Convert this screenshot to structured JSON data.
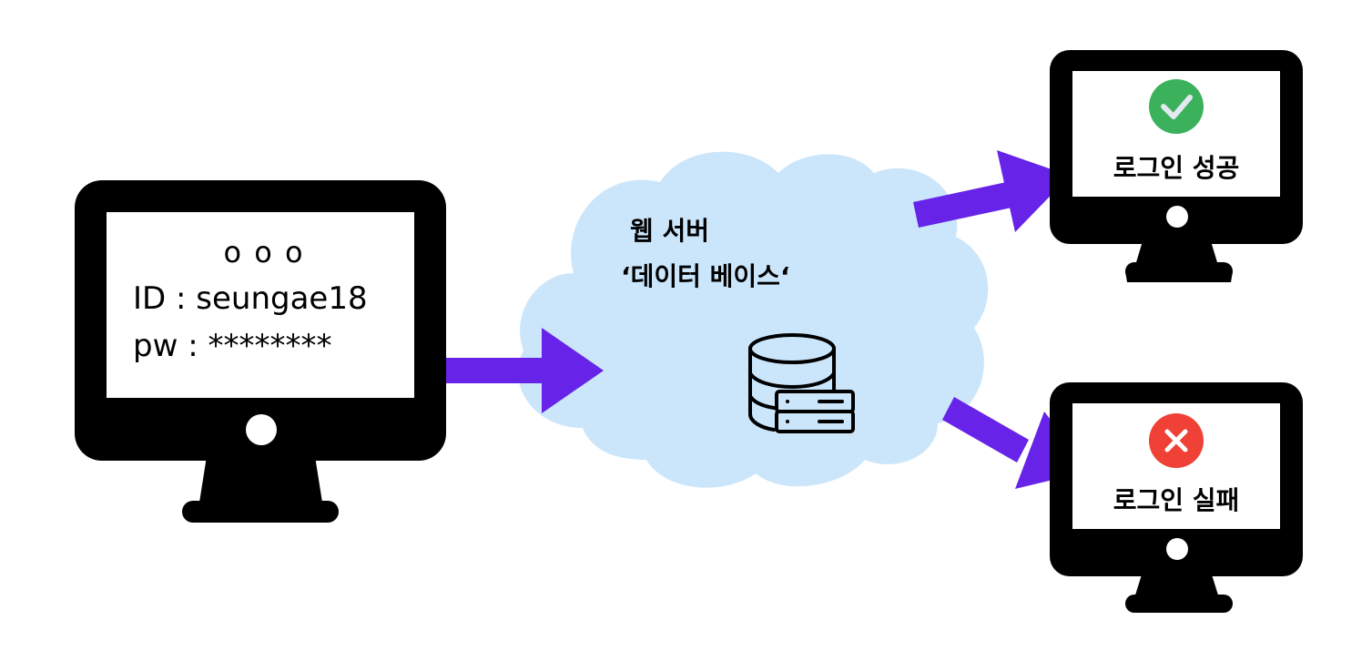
{
  "client": {
    "title": "o o o",
    "id_line": "ID : seungae18",
    "pw_line": "pw : ********"
  },
  "server": {
    "name": "웹 서버",
    "database": "‘데이터 베이스‘",
    "icon": "database-server-icon"
  },
  "results": {
    "success": {
      "label": "로그인 성공",
      "icon": "check-circle-icon",
      "color": "#3bb15c"
    },
    "failure": {
      "label": "로그인 실패",
      "icon": "x-circle-icon",
      "color": "#ef4136"
    }
  },
  "colors": {
    "arrow": "#6723e8",
    "cloud": "#cbe6fb",
    "monitor": "#000000",
    "screen": "#ffffff"
  }
}
